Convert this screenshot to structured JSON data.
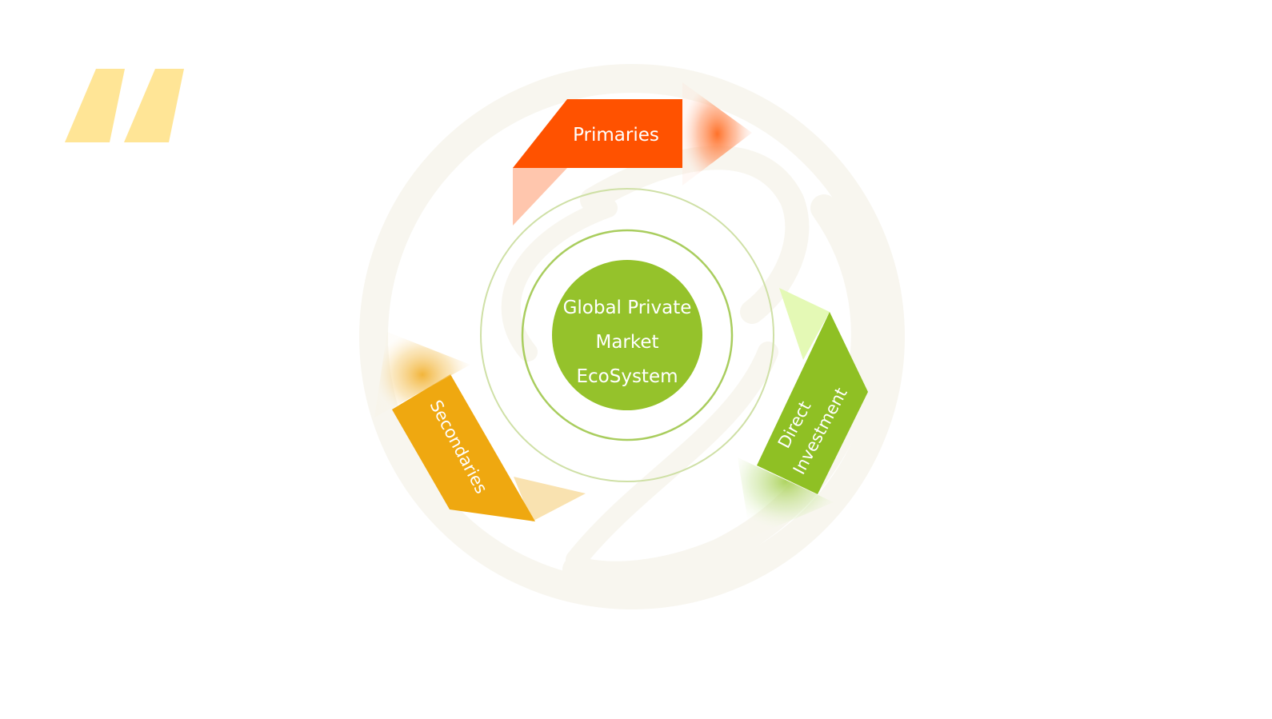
{
  "diagram": {
    "center": {
      "lines": [
        "Global Private",
        "Market",
        "EcoSystem"
      ],
      "color": "#95C22B"
    },
    "primaries": {
      "label": "Primaries",
      "color": "#FF5200"
    },
    "direct_investment": {
      "lines": [
        "Direct",
        "Investment"
      ],
      "color": "#8FC024"
    },
    "secondaries": {
      "label": "Secondaries",
      "color": "#EFA810"
    },
    "quote_mark_color": "#FFE596",
    "background_swirl_color": "#F8F6EF"
  }
}
